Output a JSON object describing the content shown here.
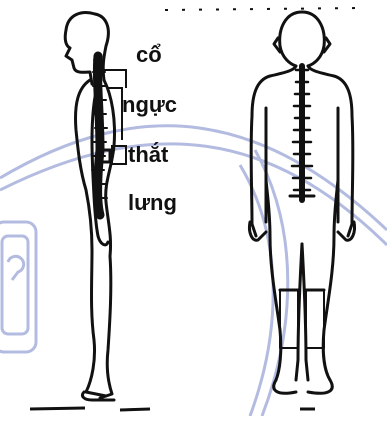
{
  "labels": {
    "neck": "cổ",
    "thoracic": "ngực",
    "lumbar_line1": "thắt",
    "lumbar_line2": "lưng"
  },
  "colors": {
    "ink": "#111111",
    "paper": "#ffffff",
    "watermark": "#9aa6d6"
  },
  "icons": {
    "watermark": "circular-stamp-watermark"
  }
}
